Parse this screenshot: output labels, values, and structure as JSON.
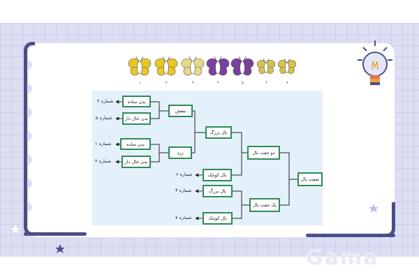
{
  "butterflies": [
    {
      "color": "#e8c624",
      "number": "۱"
    },
    {
      "color": "#e8c624",
      "number": "۲"
    },
    {
      "color": "#e8d98a",
      "number": "۳"
    },
    {
      "color": "#7b3fa0",
      "number": "۴"
    },
    {
      "color": "#7b3fa0",
      "number": "۵"
    },
    {
      "color": "#d8c34a",
      "number": "۶"
    },
    {
      "color": "#d8c34a",
      "number": "۷"
    }
  ],
  "tree": {
    "root": "صفت بال",
    "pair_wings": "دو جفت بال",
    "single_pair": "یک جفت بال",
    "big_wing_top": "بال بزرگ",
    "small_wing_top": "بال کوچک",
    "big_wing_bottom": "بال بزرگ",
    "small_wing_bottom": "بال کوچک",
    "purple": "بنفش",
    "yellow": "زرد",
    "plain_body_1": "بدن ساده",
    "spotted_body_1": "بدن خال دار",
    "plain_body_2": "بدن ساده",
    "spotted_body_2": "بدن خال دار"
  },
  "results": {
    "r2a": "شماره ۲",
    "r5": "شماره ۵",
    "r1": "شماره ۱",
    "r2b": "شماره ۲",
    "r6": "شماره ۶",
    "r3": "شماره ۳",
    "r7": "شماره ۷"
  },
  "brand": "Gama",
  "colors": {
    "frame": "#4b4f86",
    "band": "#dcdff3",
    "box_border": "#2e8b57",
    "diagram_bg": "#e4f1fb"
  }
}
